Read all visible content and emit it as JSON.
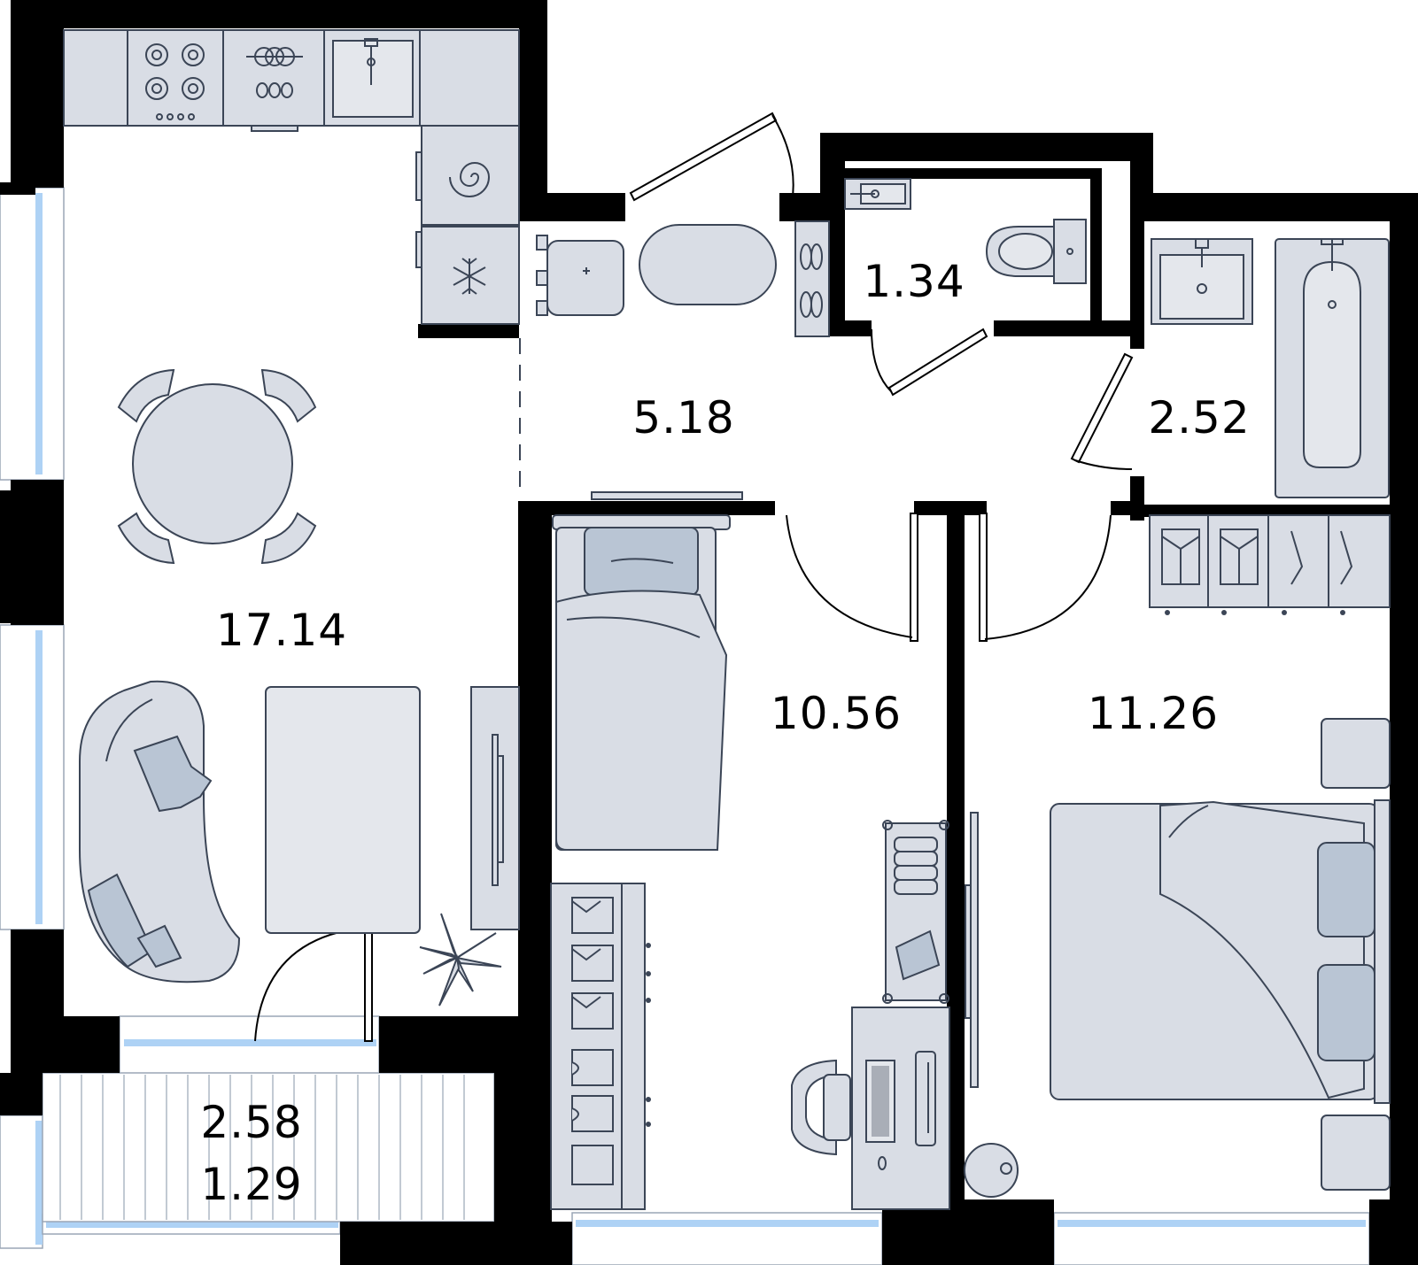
{
  "rooms": {
    "living_kitchen": {
      "area": "17.14"
    },
    "hallway": {
      "area": "5.18"
    },
    "toilet": {
      "area": "1.34"
    },
    "bathroom": {
      "area": "2.52"
    },
    "bedroom_small": {
      "area": "10.56"
    },
    "bedroom_master": {
      "area": "11.26"
    },
    "balcony": {
      "area": "2.58",
      "area_reduced": "1.29"
    }
  },
  "colors": {
    "wall": "#000000",
    "furniture_fill": "#d9dde5",
    "furniture_stroke": "#3b4556",
    "window_glass": "#aed2f5",
    "pillow": "#b9c5d4"
  }
}
